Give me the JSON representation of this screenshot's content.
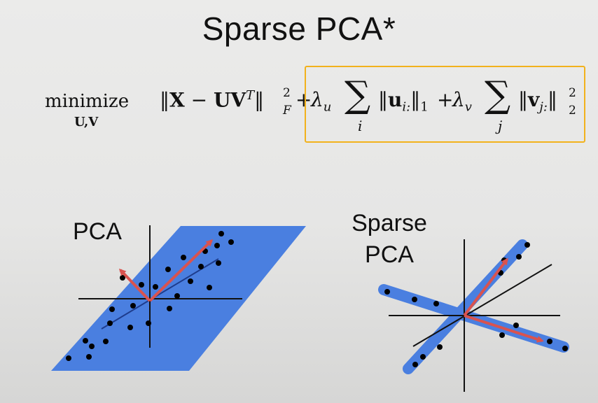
{
  "title": "Sparse PCA*",
  "equation": {
    "minimize": "minimize",
    "under": "U,V",
    "norm_open": "‖",
    "X": "X",
    "minus": " − ",
    "UV": "UV",
    "T": "T",
    "norm_close": "‖",
    "F": "F",
    "two": "2",
    "plus": "+",
    "lambda": "λ",
    "u_sub": "u",
    "v_sub": "v",
    "sigma": "∑",
    "i": "i",
    "j": "j",
    "u_bold": "u",
    "i_colon": "i:",
    "v_bold": "v",
    "j_colon": "j:",
    "one": "1"
  },
  "left_panel": {
    "label": "PCA"
  },
  "right_panel": {
    "label_line1": "Sparse",
    "label_line2": "PCA"
  },
  "colors": {
    "plane": "#4a7fe0",
    "arrow": "#d9534f",
    "highlight": "#f2b21c",
    "axis": "#111111"
  }
}
